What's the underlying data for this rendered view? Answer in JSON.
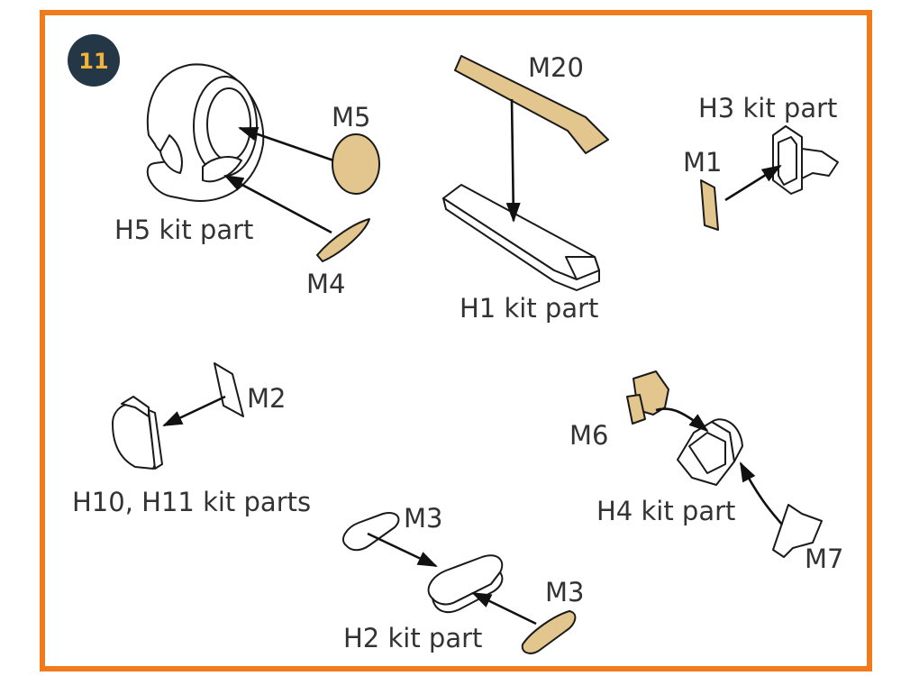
{
  "step": {
    "number": "11"
  },
  "colors": {
    "frame": "#f07a1c",
    "badge": "#233746",
    "badge_text": "#f3b23a",
    "brass": "#e3c68e"
  },
  "labels": {
    "h5": "H5 kit part",
    "m5": "M5",
    "m4": "M4",
    "m20": "M20",
    "h1": "H1 kit part",
    "h3": "H3 kit part",
    "m1": "M1",
    "m2": "M2",
    "h10_h11": "H10, H11 kit parts",
    "m6": "M6",
    "h4": "H4 kit part",
    "m7": "M7",
    "m3_top": "M3",
    "m3_bottom": "M3",
    "h2": "H2 kit part"
  }
}
